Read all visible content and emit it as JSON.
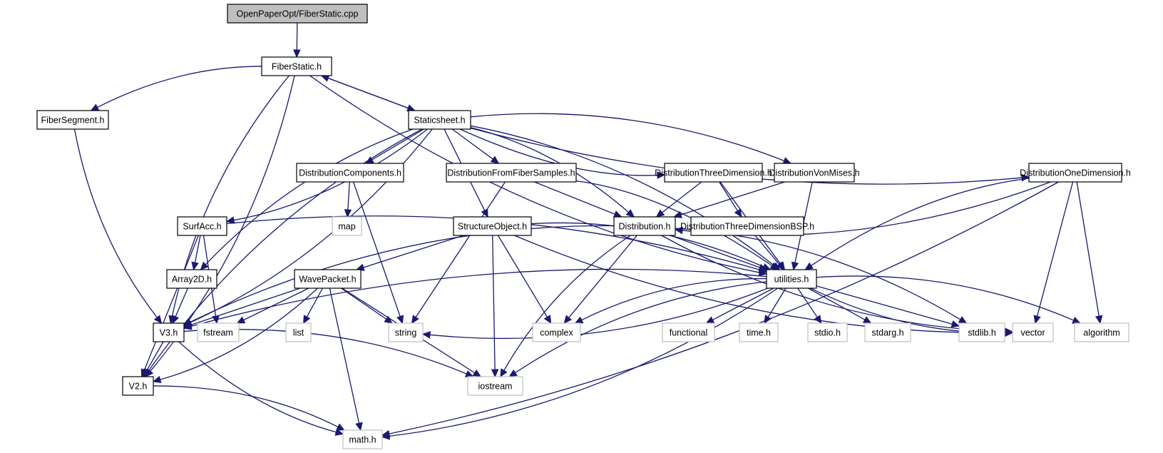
{
  "diagram": {
    "type": "include-dependency-graph",
    "colors": {
      "edge": "#191970",
      "root_fill": "#bfbfbf",
      "node_fill": "#ffffff",
      "node_border": "#000000",
      "external_border": "#bfbfbf"
    },
    "nodes": [
      {
        "id": "root",
        "label": "OpenPaperOpt/FiberStatic.cpp",
        "kind": "root"
      },
      {
        "id": "fiberstatic",
        "label": "FiberStatic.h",
        "kind": "local"
      },
      {
        "id": "fibersegment",
        "label": "FiberSegment.h",
        "kind": "local"
      },
      {
        "id": "staticsheet",
        "label": "Staticsheet.h",
        "kind": "local"
      },
      {
        "id": "distcomponents",
        "label": "DistributionComponents.h",
        "kind": "local"
      },
      {
        "id": "distfromfiber",
        "label": "DistributionFromFiberSamples.h",
        "kind": "local"
      },
      {
        "id": "dist3d",
        "label": "DistributionThreeDimension.h",
        "kind": "local"
      },
      {
        "id": "distvonmises",
        "label": "DistributionVonMises.h",
        "kind": "local"
      },
      {
        "id": "dist1d",
        "label": "DistributionOneDimension.h",
        "kind": "local"
      },
      {
        "id": "surfacc",
        "label": "SurfAcc.h",
        "kind": "local"
      },
      {
        "id": "map",
        "label": "map",
        "kind": "external"
      },
      {
        "id": "structobj",
        "label": "StructureObject.h",
        "kind": "local"
      },
      {
        "id": "distribution",
        "label": "Distribution.h",
        "kind": "local"
      },
      {
        "id": "dist3dbsp",
        "label": "DistributionThreeDimensionBSP.h",
        "kind": "local"
      },
      {
        "id": "array2d",
        "label": "Array2D.h",
        "kind": "local"
      },
      {
        "id": "wavepacket",
        "label": "WavePacket.h",
        "kind": "local"
      },
      {
        "id": "utilities",
        "label": "utilities.h",
        "kind": "local"
      },
      {
        "id": "v3",
        "label": "V3.h",
        "kind": "local"
      },
      {
        "id": "fstream",
        "label": "fstream",
        "kind": "external"
      },
      {
        "id": "list",
        "label": "list",
        "kind": "external"
      },
      {
        "id": "string",
        "label": "string",
        "kind": "external"
      },
      {
        "id": "complex",
        "label": "complex",
        "kind": "external"
      },
      {
        "id": "functional",
        "label": "functional",
        "kind": "external"
      },
      {
        "id": "time",
        "label": "time.h",
        "kind": "external"
      },
      {
        "id": "stdio",
        "label": "stdio.h",
        "kind": "external"
      },
      {
        "id": "stdarg",
        "label": "stdarg.h",
        "kind": "external"
      },
      {
        "id": "stdlib",
        "label": "stdlib.h",
        "kind": "external"
      },
      {
        "id": "vector",
        "label": "vector",
        "kind": "external"
      },
      {
        "id": "algorithm",
        "label": "algorithm",
        "kind": "external"
      },
      {
        "id": "v2",
        "label": "V2.h",
        "kind": "local"
      },
      {
        "id": "iostream",
        "label": "iostream",
        "kind": "external"
      },
      {
        "id": "math",
        "label": "math.h",
        "kind": "external"
      }
    ],
    "edges": [
      [
        "root",
        "fiberstatic"
      ],
      [
        "fiberstatic",
        "fibersegment"
      ],
      [
        "fiberstatic",
        "staticsheet"
      ],
      [
        "fiberstatic",
        "v3"
      ],
      [
        "fiberstatic",
        "v2"
      ],
      [
        "fiberstatic",
        "utilities"
      ],
      [
        "staticsheet",
        "fiberstatic"
      ],
      [
        "staticsheet",
        "distcomponents"
      ],
      [
        "staticsheet",
        "distfromfiber"
      ],
      [
        "staticsheet",
        "dist3d"
      ],
      [
        "staticsheet",
        "distvonmises"
      ],
      [
        "staticsheet",
        "dist1d"
      ],
      [
        "staticsheet",
        "surfacc"
      ],
      [
        "staticsheet",
        "structobj"
      ],
      [
        "staticsheet",
        "distribution"
      ],
      [
        "staticsheet",
        "array2d"
      ],
      [
        "staticsheet",
        "v3"
      ],
      [
        "staticsheet",
        "v2"
      ],
      [
        "staticsheet",
        "utilities"
      ],
      [
        "fibersegment",
        "v3"
      ],
      [
        "distcomponents",
        "map"
      ],
      [
        "distcomponents",
        "string"
      ],
      [
        "distfromfiber",
        "distribution"
      ],
      [
        "distfromfiber",
        "string"
      ],
      [
        "distfromfiber",
        "utilities"
      ],
      [
        "dist3d",
        "distribution"
      ],
      [
        "dist3d",
        "dist3dbsp"
      ],
      [
        "dist3d",
        "utilities"
      ],
      [
        "distvonmises",
        "distribution"
      ],
      [
        "distvonmises",
        "utilities"
      ],
      [
        "dist1d",
        "distribution"
      ],
      [
        "dist1d",
        "utilities"
      ],
      [
        "dist1d",
        "vector"
      ],
      [
        "dist1d",
        "algorithm"
      ],
      [
        "dist1d",
        "math"
      ],
      [
        "surfacc",
        "array2d"
      ],
      [
        "surfacc",
        "fstream"
      ],
      [
        "surfacc",
        "v2"
      ],
      [
        "surfacc",
        "utilities"
      ],
      [
        "structobj",
        "wavepacket"
      ],
      [
        "structobj",
        "utilities"
      ],
      [
        "structobj",
        "complex"
      ],
      [
        "structobj",
        "iostream"
      ],
      [
        "structobj",
        "vector"
      ],
      [
        "distribution",
        "utilities"
      ],
      [
        "distribution",
        "v3"
      ],
      [
        "distribution",
        "complex"
      ],
      [
        "distribution",
        "iostream"
      ],
      [
        "distribution",
        "stdlib"
      ],
      [
        "distribution",
        "vector"
      ],
      [
        "dist3dbsp",
        "utilities"
      ],
      [
        "array2d",
        "v3"
      ],
      [
        "wavepacket",
        "v3"
      ],
      [
        "wavepacket",
        "fstream"
      ],
      [
        "wavepacket",
        "list"
      ],
      [
        "wavepacket",
        "string"
      ],
      [
        "wavepacket",
        "iostream"
      ],
      [
        "wavepacket",
        "math"
      ],
      [
        "wavepacket",
        "v2"
      ],
      [
        "utilities",
        "v3"
      ],
      [
        "utilities",
        "string"
      ],
      [
        "utilities",
        "complex"
      ],
      [
        "utilities",
        "functional"
      ],
      [
        "utilities",
        "time"
      ],
      [
        "utilities",
        "stdio"
      ],
      [
        "utilities",
        "stdarg"
      ],
      [
        "utilities",
        "stdlib"
      ],
      [
        "utilities",
        "vector"
      ],
      [
        "utilities",
        "algorithm"
      ],
      [
        "utilities",
        "iostream"
      ],
      [
        "utilities",
        "math"
      ],
      [
        "v3",
        "v2"
      ],
      [
        "v3",
        "iostream"
      ],
      [
        "v3",
        "math"
      ],
      [
        "v2",
        "math"
      ]
    ]
  }
}
